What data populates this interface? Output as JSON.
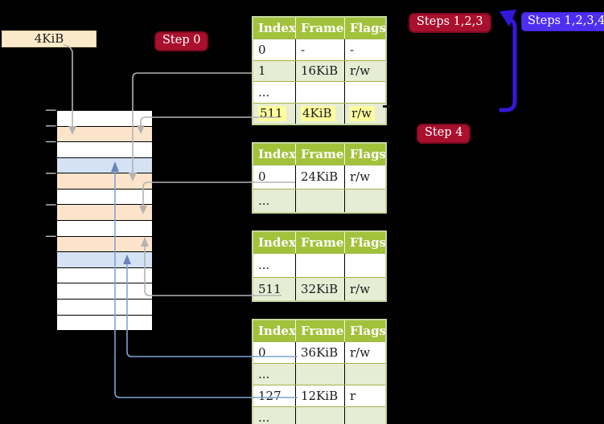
{
  "page_size_label": {
    "text": "4KiB"
  },
  "badges": {
    "step0": {
      "label": "Step 0"
    },
    "steps123": {
      "label": "Steps 1,2,3"
    },
    "steps1234": {
      "label": "Steps 1,2,3,4"
    },
    "step4": {
      "label": "Step 4"
    }
  },
  "page_tables": [
    {
      "id": "page-table-1",
      "headers": [
        "Index",
        "Frame",
        "Flags"
      ],
      "rows": [
        {
          "cells": [
            "0",
            "-",
            "-"
          ],
          "shaded": false,
          "highlighted": false
        },
        {
          "cells": [
            "1",
            "16KiB",
            "r/w"
          ],
          "shaded": true,
          "highlighted": false
        },
        {
          "cells": [
            "...",
            "",
            ""
          ],
          "shaded": false,
          "highlighted": false
        },
        {
          "cells": [
            "511",
            "4KiB",
            "r/w"
          ],
          "shaded": true,
          "highlighted": true
        }
      ]
    },
    {
      "id": "page-table-2",
      "headers": [
        "Index",
        "Frame",
        "Flags"
      ],
      "rows": [
        {
          "cells": [
            "0",
            "24KiB",
            "r/w"
          ],
          "shaded": false,
          "highlighted": false
        },
        {
          "cells": [
            "...",
            "",
            ""
          ],
          "shaded": true,
          "highlighted": false
        }
      ]
    },
    {
      "id": "page-table-3",
      "headers": [
        "Index",
        "Frame",
        "Flags"
      ],
      "rows": [
        {
          "cells": [
            "...",
            "",
            ""
          ],
          "shaded": false,
          "highlighted": false
        },
        {
          "cells": [
            "511",
            "32KiB",
            "r/w"
          ],
          "shaded": true,
          "highlighted": false
        }
      ]
    },
    {
      "id": "page-table-4",
      "headers": [
        "Index",
        "Frame",
        "Flags"
      ],
      "rows": [
        {
          "cells": [
            "0",
            "36KiB",
            "r/w"
          ],
          "shaded": false,
          "highlighted": false
        },
        {
          "cells": [
            "...",
            "",
            ""
          ],
          "shaded": true,
          "highlighted": false
        },
        {
          "cells": [
            "127",
            "12KiB",
            "r"
          ],
          "shaded": false,
          "highlighted": false
        },
        {
          "cells": [
            "...",
            "",
            ""
          ],
          "shaded": true,
          "highlighted": false
        }
      ]
    }
  ],
  "memory_stripe": {
    "rows": [
      "white",
      "orange",
      "white",
      "blue",
      "orange",
      "white",
      "orange",
      "white",
      "orange",
      "blue",
      "white",
      "white",
      "white",
      "white"
    ]
  },
  "colors": {
    "background": "#000000",
    "table_header_green": "#A2C23C",
    "table_border": "#C7D89C",
    "table_row_divider": "#9FB44A",
    "shaded_row": "#E6EDD4",
    "highlight_yellow": "#FFFD9E",
    "label_cream": "#FBEACA",
    "stripe_orange": "#FCE4CB",
    "stripe_blue": "#D4E2F4",
    "stripe_white": "#FFFFFF",
    "badge_red": "#A9102E",
    "badge_red_border": "#7E0A21",
    "badge_blue": "#4E2EF0",
    "arrow_gray": "#B3B3B3",
    "arrow_blue_light": "#7FA3D4",
    "arrow_blue_dark": "#6585BB",
    "loop_arrow": "#3318DC"
  }
}
